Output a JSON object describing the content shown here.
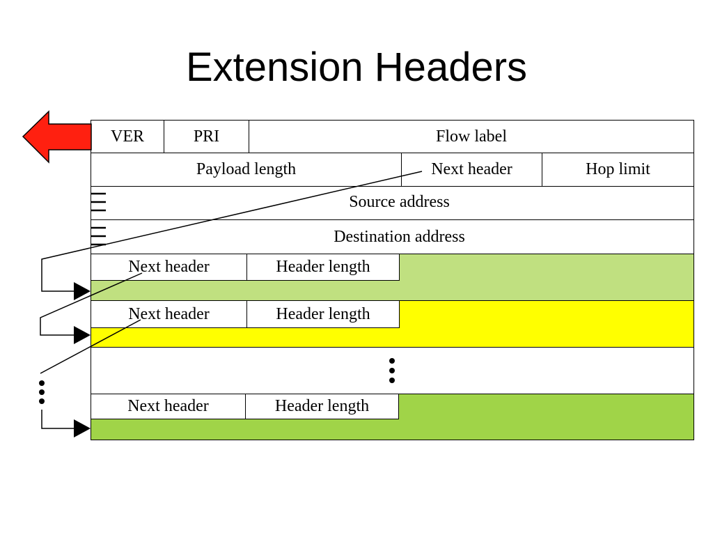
{
  "title": "Extension Headers",
  "base_header": {
    "row1": {
      "ver": "VER",
      "pri": "PRI",
      "flow_label": "Flow label"
    },
    "row2": {
      "payload_length": "Payload length",
      "next_header": "Next header",
      "hop_limit": "Hop limit"
    },
    "row3": {
      "source_address": "Source address"
    },
    "row4": {
      "destination_address": "Destination address"
    }
  },
  "extension_headers": [
    {
      "next_header": "Next header",
      "header_length": "Header length",
      "color": "#c0e080"
    },
    {
      "next_header": "Next header",
      "header_length": "Header length",
      "color": "#ffff00"
    },
    {
      "next_header": "Next header",
      "header_length": "Header length",
      "color": "#a0d448"
    }
  ],
  "colors": {
    "arrow": "#ff2010"
  }
}
